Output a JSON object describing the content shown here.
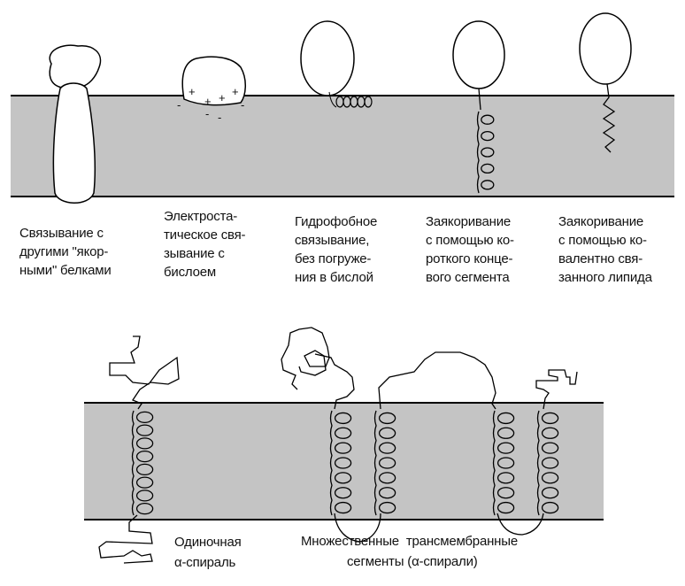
{
  "colors": {
    "membrane": "#c4c4c4",
    "line": "#000000"
  },
  "top_labels": [
    [
      "Связывание с",
      "другими \"якор-",
      "ными\" белками"
    ],
    [
      "Электроста-",
      "тическое свя-",
      "зывание с",
      "бислоем"
    ],
    [
      "Гидрофобное",
      "связывание,",
      "без погруже-",
      "ния в бислой"
    ],
    [
      "Заякоривание",
      "с помощью ко-",
      "роткого конце-",
      "вого сегмента"
    ],
    [
      "Заякоривание",
      "с помощью ко-",
      "валентно свя-",
      "занного липида"
    ]
  ],
  "charges": {
    "plus": "+",
    "minus": "-"
  },
  "bottom_labels": {
    "single": [
      "Одиночная",
      "α-спираль"
    ],
    "multiple_line1": "Множественные  трансмембранные",
    "multiple_line2": "сегменты (α-спирали)"
  }
}
